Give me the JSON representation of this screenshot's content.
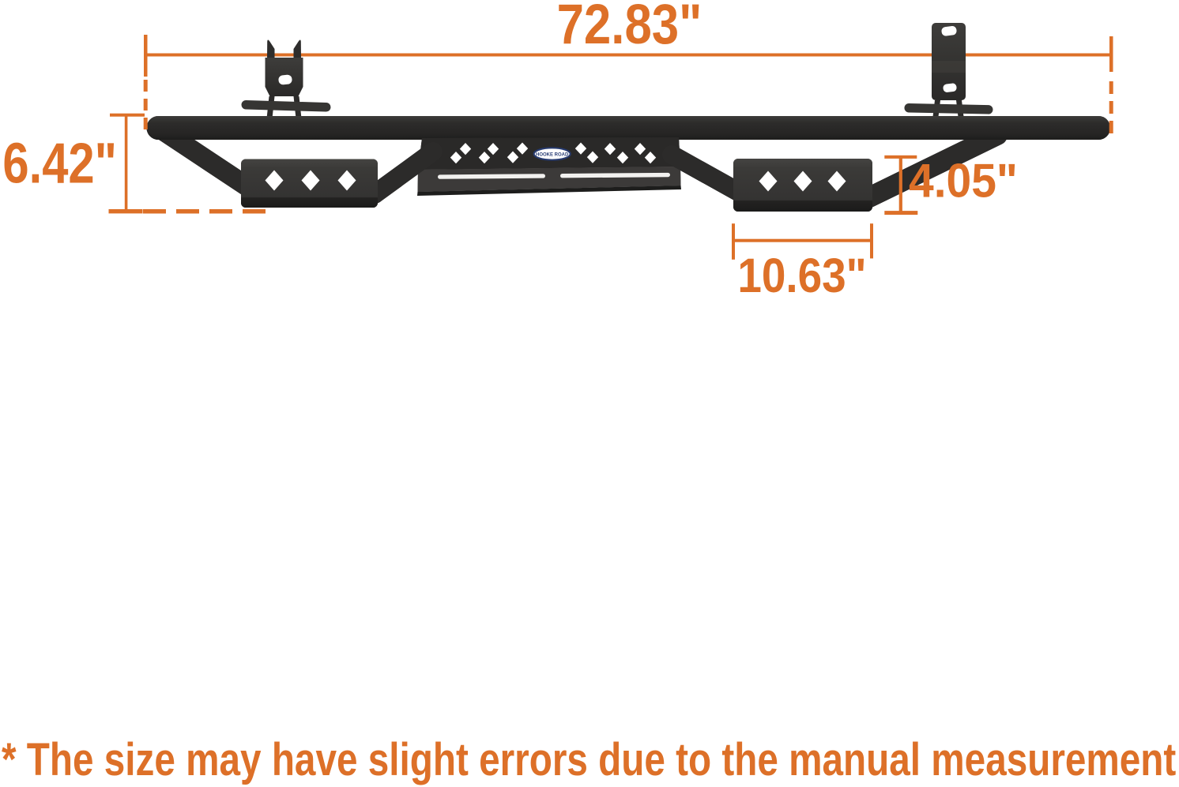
{
  "diagram": {
    "type": "product-dimension-diagram",
    "product": "tubular side step nerf bar with drop steps",
    "colors": {
      "background": "#ffffff",
      "accent_orange": "#dd7028",
      "product_dark": "#2b2a29",
      "logo_blue": "#2b3f76",
      "cutout_white": "#ffffff"
    },
    "dims": {
      "overall_width": {
        "label": "72.83\""
      },
      "overall_height": {
        "label": "6.42\""
      },
      "drop_height": {
        "label": "4.05\""
      },
      "step_pad_width": {
        "label": "10.63\""
      }
    },
    "logo": {
      "text": "HOOKE ROAD"
    },
    "disclaimer": {
      "text": "* The size may have slight errors due to the manual measurement"
    }
  }
}
